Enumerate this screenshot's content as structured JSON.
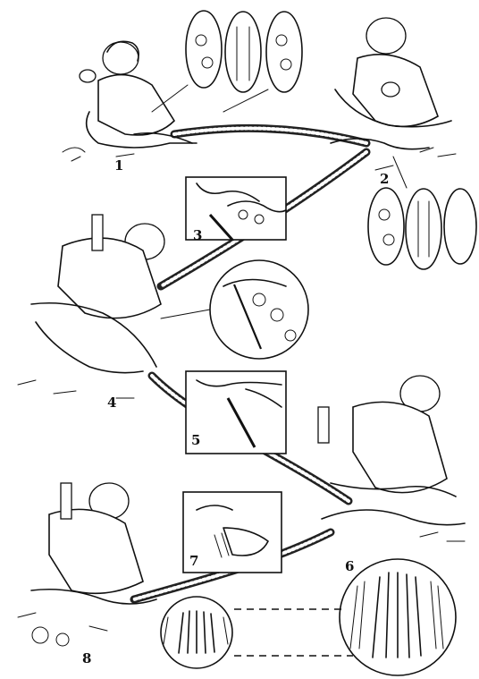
{
  "steps": [
    {
      "label": "1"
    },
    {
      "label": "2"
    },
    {
      "label": "3"
    },
    {
      "label": "4"
    },
    {
      "label": "5"
    },
    {
      "label": "6"
    },
    {
      "label": "7"
    },
    {
      "label": "8"
    }
  ]
}
